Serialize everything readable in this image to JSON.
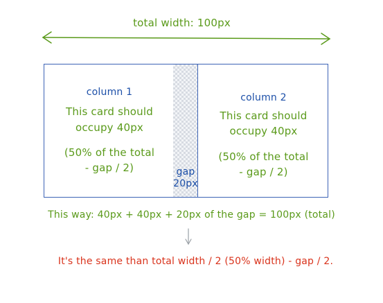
{
  "header": {
    "total_width_label": "total width: 100px"
  },
  "column1": {
    "title": "column 1",
    "line1": "This card should",
    "line2": "occupy 40px",
    "line3": "(50% of the total",
    "line4": "- gap / 2)"
  },
  "column2": {
    "title": "column 2",
    "line1": "This card should",
    "line2": "occupy 40px",
    "line3": "(50% of the total",
    "line4": "- gap / 2)"
  },
  "gap": {
    "line1": "gap",
    "line2": "20px"
  },
  "summary": {
    "equation": "This way: 40px + 40px + 20px of the gap = 100px (total)",
    "conclusion": "It's the same than total width / 2 (50% width) - gap / 2."
  },
  "colors": {
    "green": "#5a9a1a",
    "blue": "#1c4fa8",
    "red": "#d9331c",
    "border": "#3c63b5"
  }
}
